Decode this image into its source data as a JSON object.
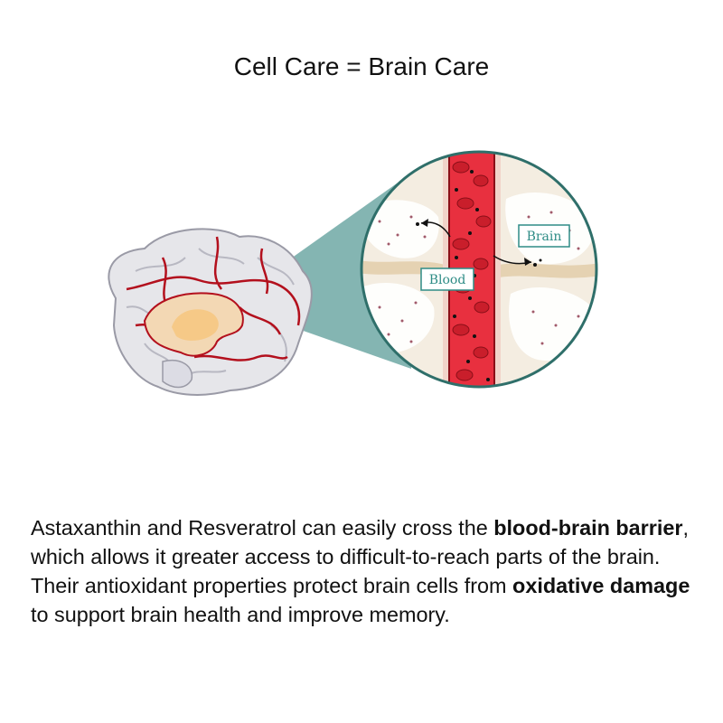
{
  "title": "Cell Care = Brain Care",
  "diagram": {
    "labels": {
      "blood": "Blood",
      "brain": "Brain"
    }
  },
  "description": {
    "part1": "Astaxanthin and Resveratrol can easily cross the ",
    "bold1": "blood-brain barrier",
    "part2": ", which allows it greater access to difficult-to-reach parts of the brain. Their antioxidant properties protect brain cells from ",
    "bold2": "oxidative damage",
    "part3": " to support brain health and improve memory."
  },
  "colors": {
    "vessel_red": "#b3101d",
    "blood": "#e8303f",
    "brain_tissue": "#ecd9bf",
    "teal_cone": "#6fa8a4",
    "circle_border": "#2f6f6a",
    "label_text": "#2e8c86"
  }
}
